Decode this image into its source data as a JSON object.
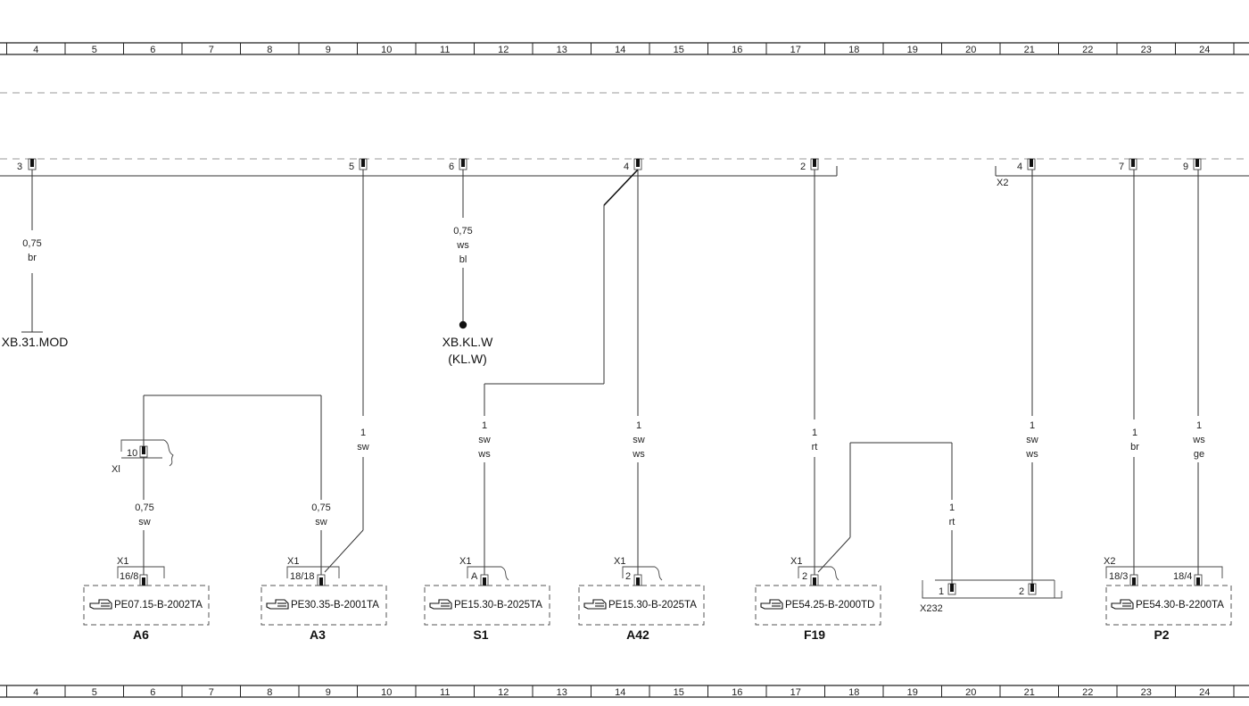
{
  "ruler": {
    "numbers": [
      "4",
      "5",
      "6",
      "7",
      "8",
      "9",
      "10",
      "11",
      "12",
      "13",
      "14",
      "15",
      "16",
      "17",
      "18",
      "19",
      "20",
      "21",
      "22",
      "23",
      "24"
    ]
  },
  "bus": {
    "pins": {
      "p3": "3",
      "p5": "5",
      "p6": "6",
      "p4": "4",
      "p2": "2",
      "x2_4": "4",
      "x2_7": "7",
      "x2_9": "9"
    },
    "x2_label": "X2"
  },
  "wires": {
    "w3": {
      "size": "0,75",
      "color1": "br"
    },
    "w6": {
      "size": "0,75",
      "color1": "ws",
      "color2": "bl"
    },
    "w5": {
      "size": "1",
      "color1": "sw"
    },
    "wS1": {
      "size": "1",
      "color1": "sw",
      "color2": "ws"
    },
    "wA42": {
      "size": "1",
      "color1": "sw",
      "color2": "ws"
    },
    "wF19": {
      "size": "1",
      "color1": "rt"
    },
    "wX232": {
      "size": "1",
      "color1": "rt"
    },
    "w21": {
      "size": "1",
      "color1": "sw",
      "color2": "ws"
    },
    "w23": {
      "size": "1",
      "color1": "br"
    },
    "w24": {
      "size": "1",
      "color1": "ws",
      "color2": "ge"
    },
    "wA6": {
      "size": "0,75",
      "color1": "sw"
    },
    "wA3": {
      "size": "0,75",
      "color1": "sw"
    }
  },
  "terminals": {
    "xb31": "XB.31.MOD",
    "xbklw_1": "XB.KL.W",
    "xbklw_2": "(KL.W)"
  },
  "xl_connector": {
    "label": "Xl",
    "pin": "10"
  },
  "components": {
    "A6": {
      "name": "A6",
      "ref": "PE07.15-B-2002TA",
      "conn": "X1",
      "pin": "16/8"
    },
    "A3": {
      "name": "A3",
      "ref": "PE30.35-B-2001TA",
      "conn": "X1",
      "pin": "18/18"
    },
    "S1": {
      "name": "S1",
      "ref": "PE15.30-B-2025TA",
      "conn": "X1",
      "pin": "A"
    },
    "A42": {
      "name": "A42",
      "ref": "PE15.30-B-2025TA",
      "conn": "X1",
      "pin": "2"
    },
    "F19": {
      "name": "F19",
      "ref": "PE54.25-B-2000TD",
      "conn": "X1",
      "pin": "2"
    },
    "P2": {
      "name": "P2",
      "ref": "PE54.30-B-2200TA",
      "conn": "X2",
      "pin": "18/3",
      "pin2": "18/4"
    }
  },
  "x232": {
    "label": "X232",
    "pin1": "1",
    "pin2": "2"
  }
}
